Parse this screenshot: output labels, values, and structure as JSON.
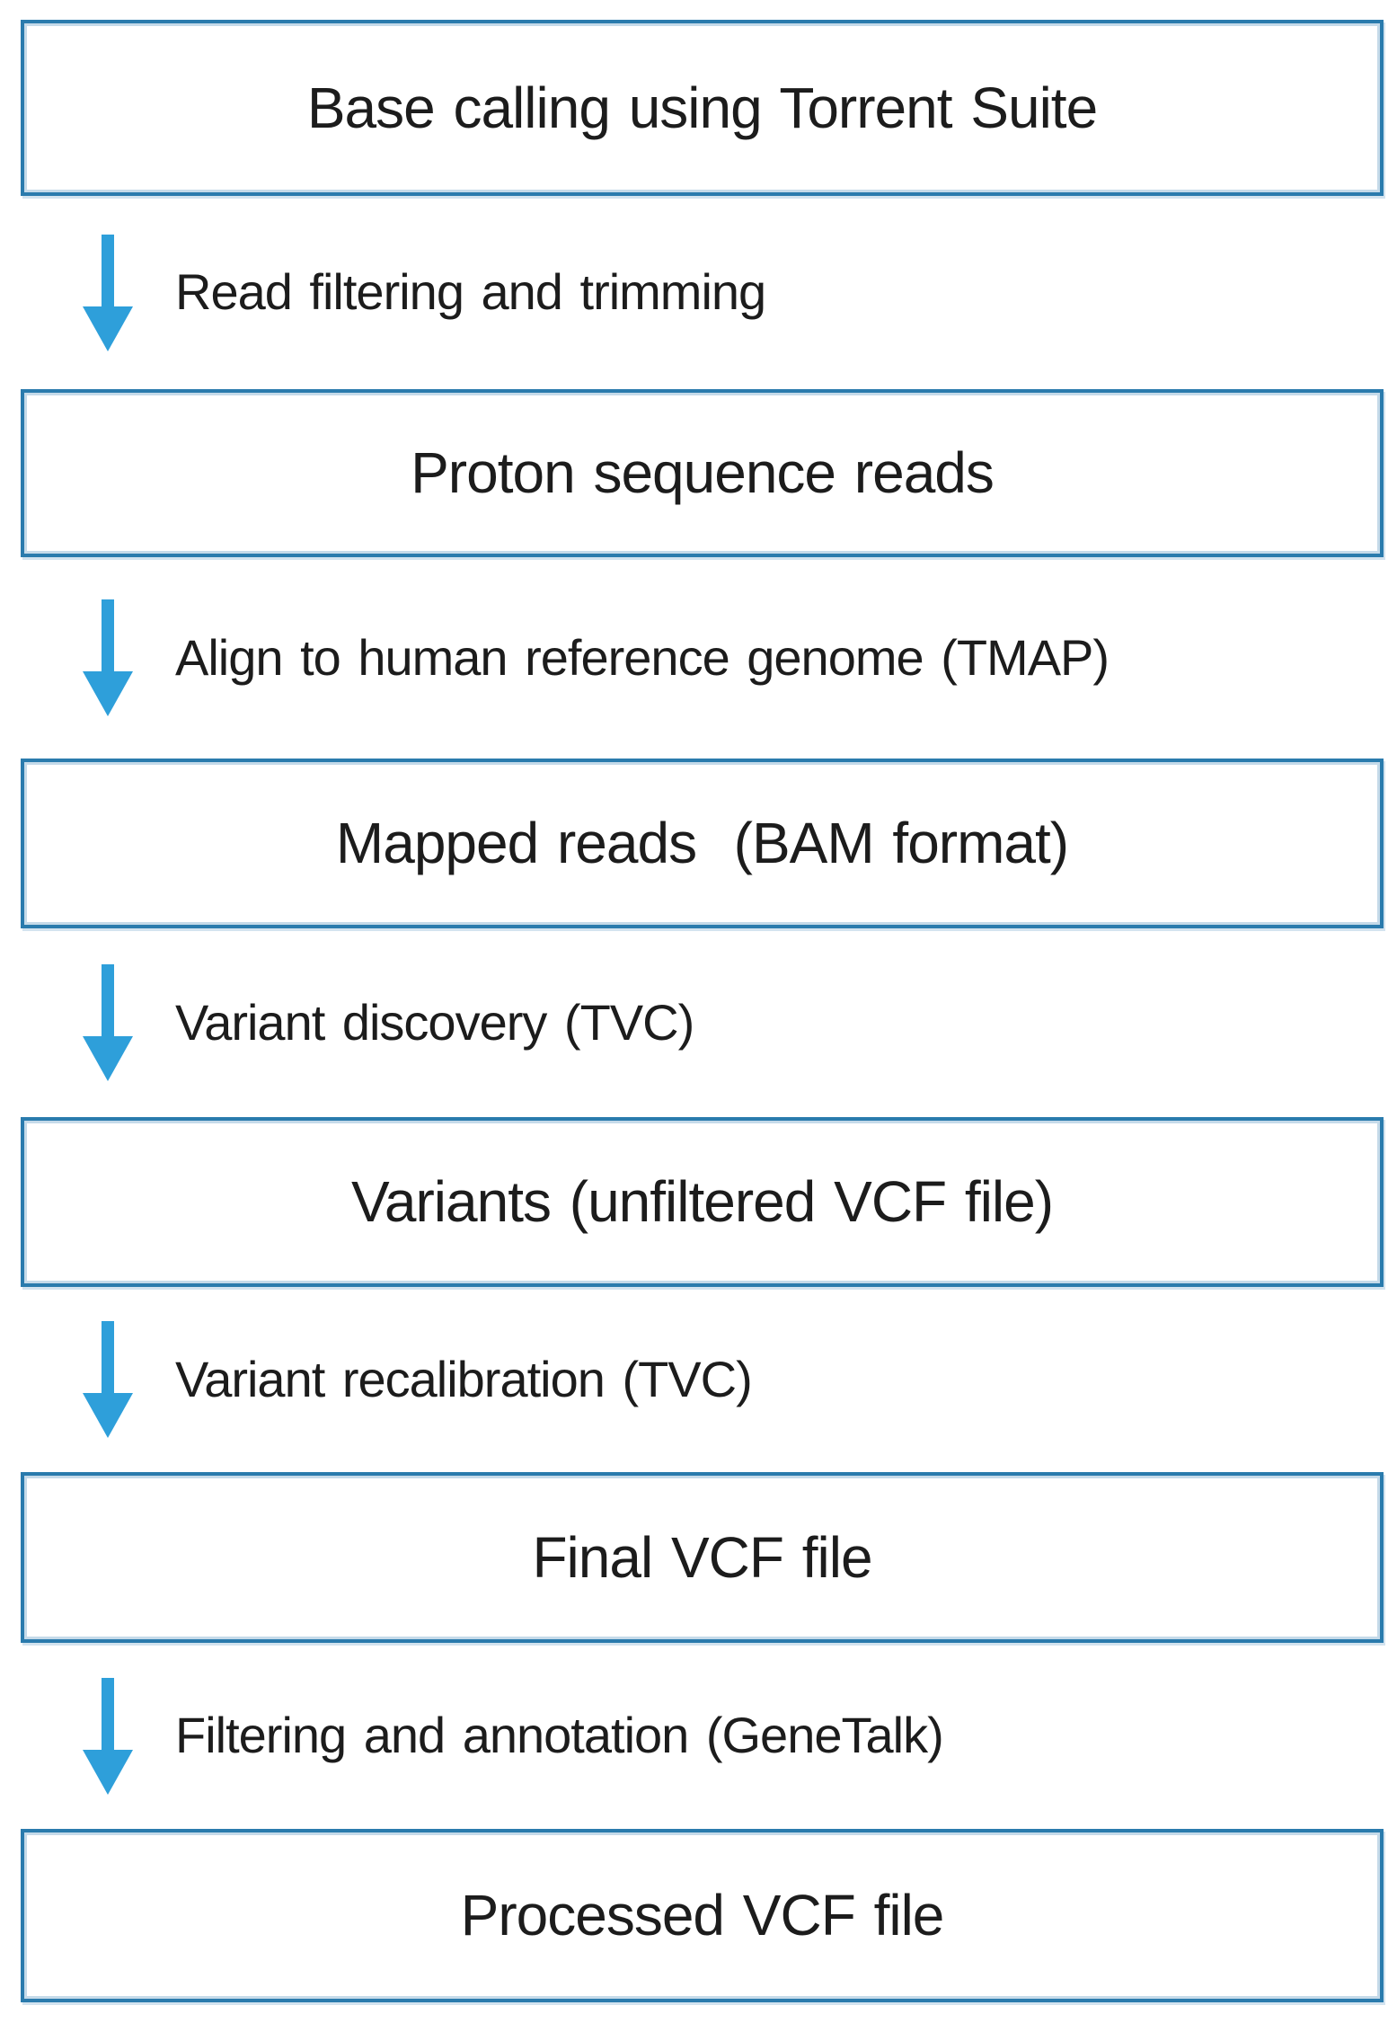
{
  "diagram": {
    "title": "Variant calling pipeline flowchart",
    "colors": {
      "box_border": "#2a7bad",
      "box_border_inner_halo": "#c5dae9",
      "arrow": "#2e9fda",
      "text": "#1c1c1c",
      "background": "#ffffff"
    },
    "boxes": [
      {
        "label": "Base calling using Torrent Suite"
      },
      {
        "label": "Proton sequence reads"
      },
      {
        "label": "Mapped reads  (BAM format)"
      },
      {
        "label": "Variants (unfiltered VCF file)"
      },
      {
        "label": "Final VCF file"
      },
      {
        "label": "Processed VCF file"
      }
    ],
    "arrows": [
      {
        "label": "Read filtering and trimming"
      },
      {
        "label": "Align to human reference genome (TMAP)"
      },
      {
        "label": "Variant discovery (TVC)"
      },
      {
        "label": "Variant recalibration (TVC)"
      },
      {
        "label": "Filtering and annotation (GeneTalk)"
      }
    ]
  }
}
